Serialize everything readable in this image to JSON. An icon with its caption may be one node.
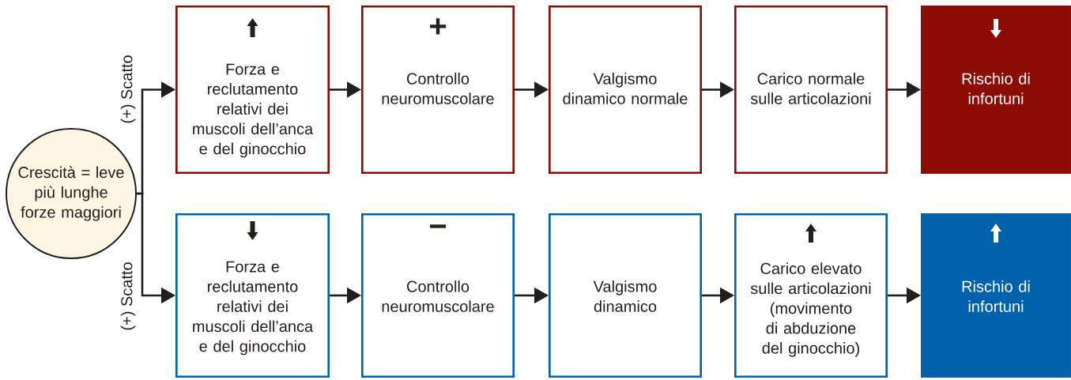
{
  "diagram": {
    "nodes": [
      {
        "text": [
          "Crescità = leve più lunghe forze maggiori"
        ]
      },
      {
        "text": [
          "Forza e reclutamento relativi dei muscoli dell’anca e del ginocchio"
        ]
      },
      {
        "text": [
          "+",
          "Controllo neuromuscolare"
        ]
      },
      {
        "text": [
          "Valgismo dinamico normale"
        ]
      },
      {
        "text": [
          "Carico normale sulle articolazioni"
        ]
      },
      {
        "text": [
          "Rischio di infortuni"
        ]
      },
      {
        "text": [
          "Forza e reclutamento relativi dei muscoli dell’anca e del ginocchio"
        ]
      },
      {
        "text": [
          "−",
          "Controllo neuromuscolare"
        ]
      },
      {
        "text": [
          "Valgismo dinamico"
        ]
      },
      {
        "text": [
          "Carico elevato sulle articolazioni (movimento di abduzione del ginocchio)"
        ]
      },
      {
        "text": [
          "Rischio di infortuni"
        ]
      }
    ],
    "edges": [
      {
        "from": 0,
        "to": 1,
        "arrow": "to",
        "label": "(+) Scatto"
      },
      {
        "from": 1,
        "to": 2,
        "arrow": "to"
      },
      {
        "from": 2,
        "to": 3,
        "arrow": "to"
      },
      {
        "from": 3,
        "to": 4,
        "arrow": "to"
      },
      {
        "from": 4,
        "to": 5,
        "arrow": "to"
      },
      {
        "from": 0,
        "to": 6,
        "arrow": "to",
        "label": "(+) Scatto"
      },
      {
        "from": 6,
        "to": 7,
        "arrow": "to"
      },
      {
        "from": 7,
        "to": 8,
        "arrow": "to"
      },
      {
        "from": 8,
        "to": 9,
        "arrow": "to"
      },
      {
        "from": 9,
        "to": 10,
        "arrow": "to"
      }
    ]
  }
}
